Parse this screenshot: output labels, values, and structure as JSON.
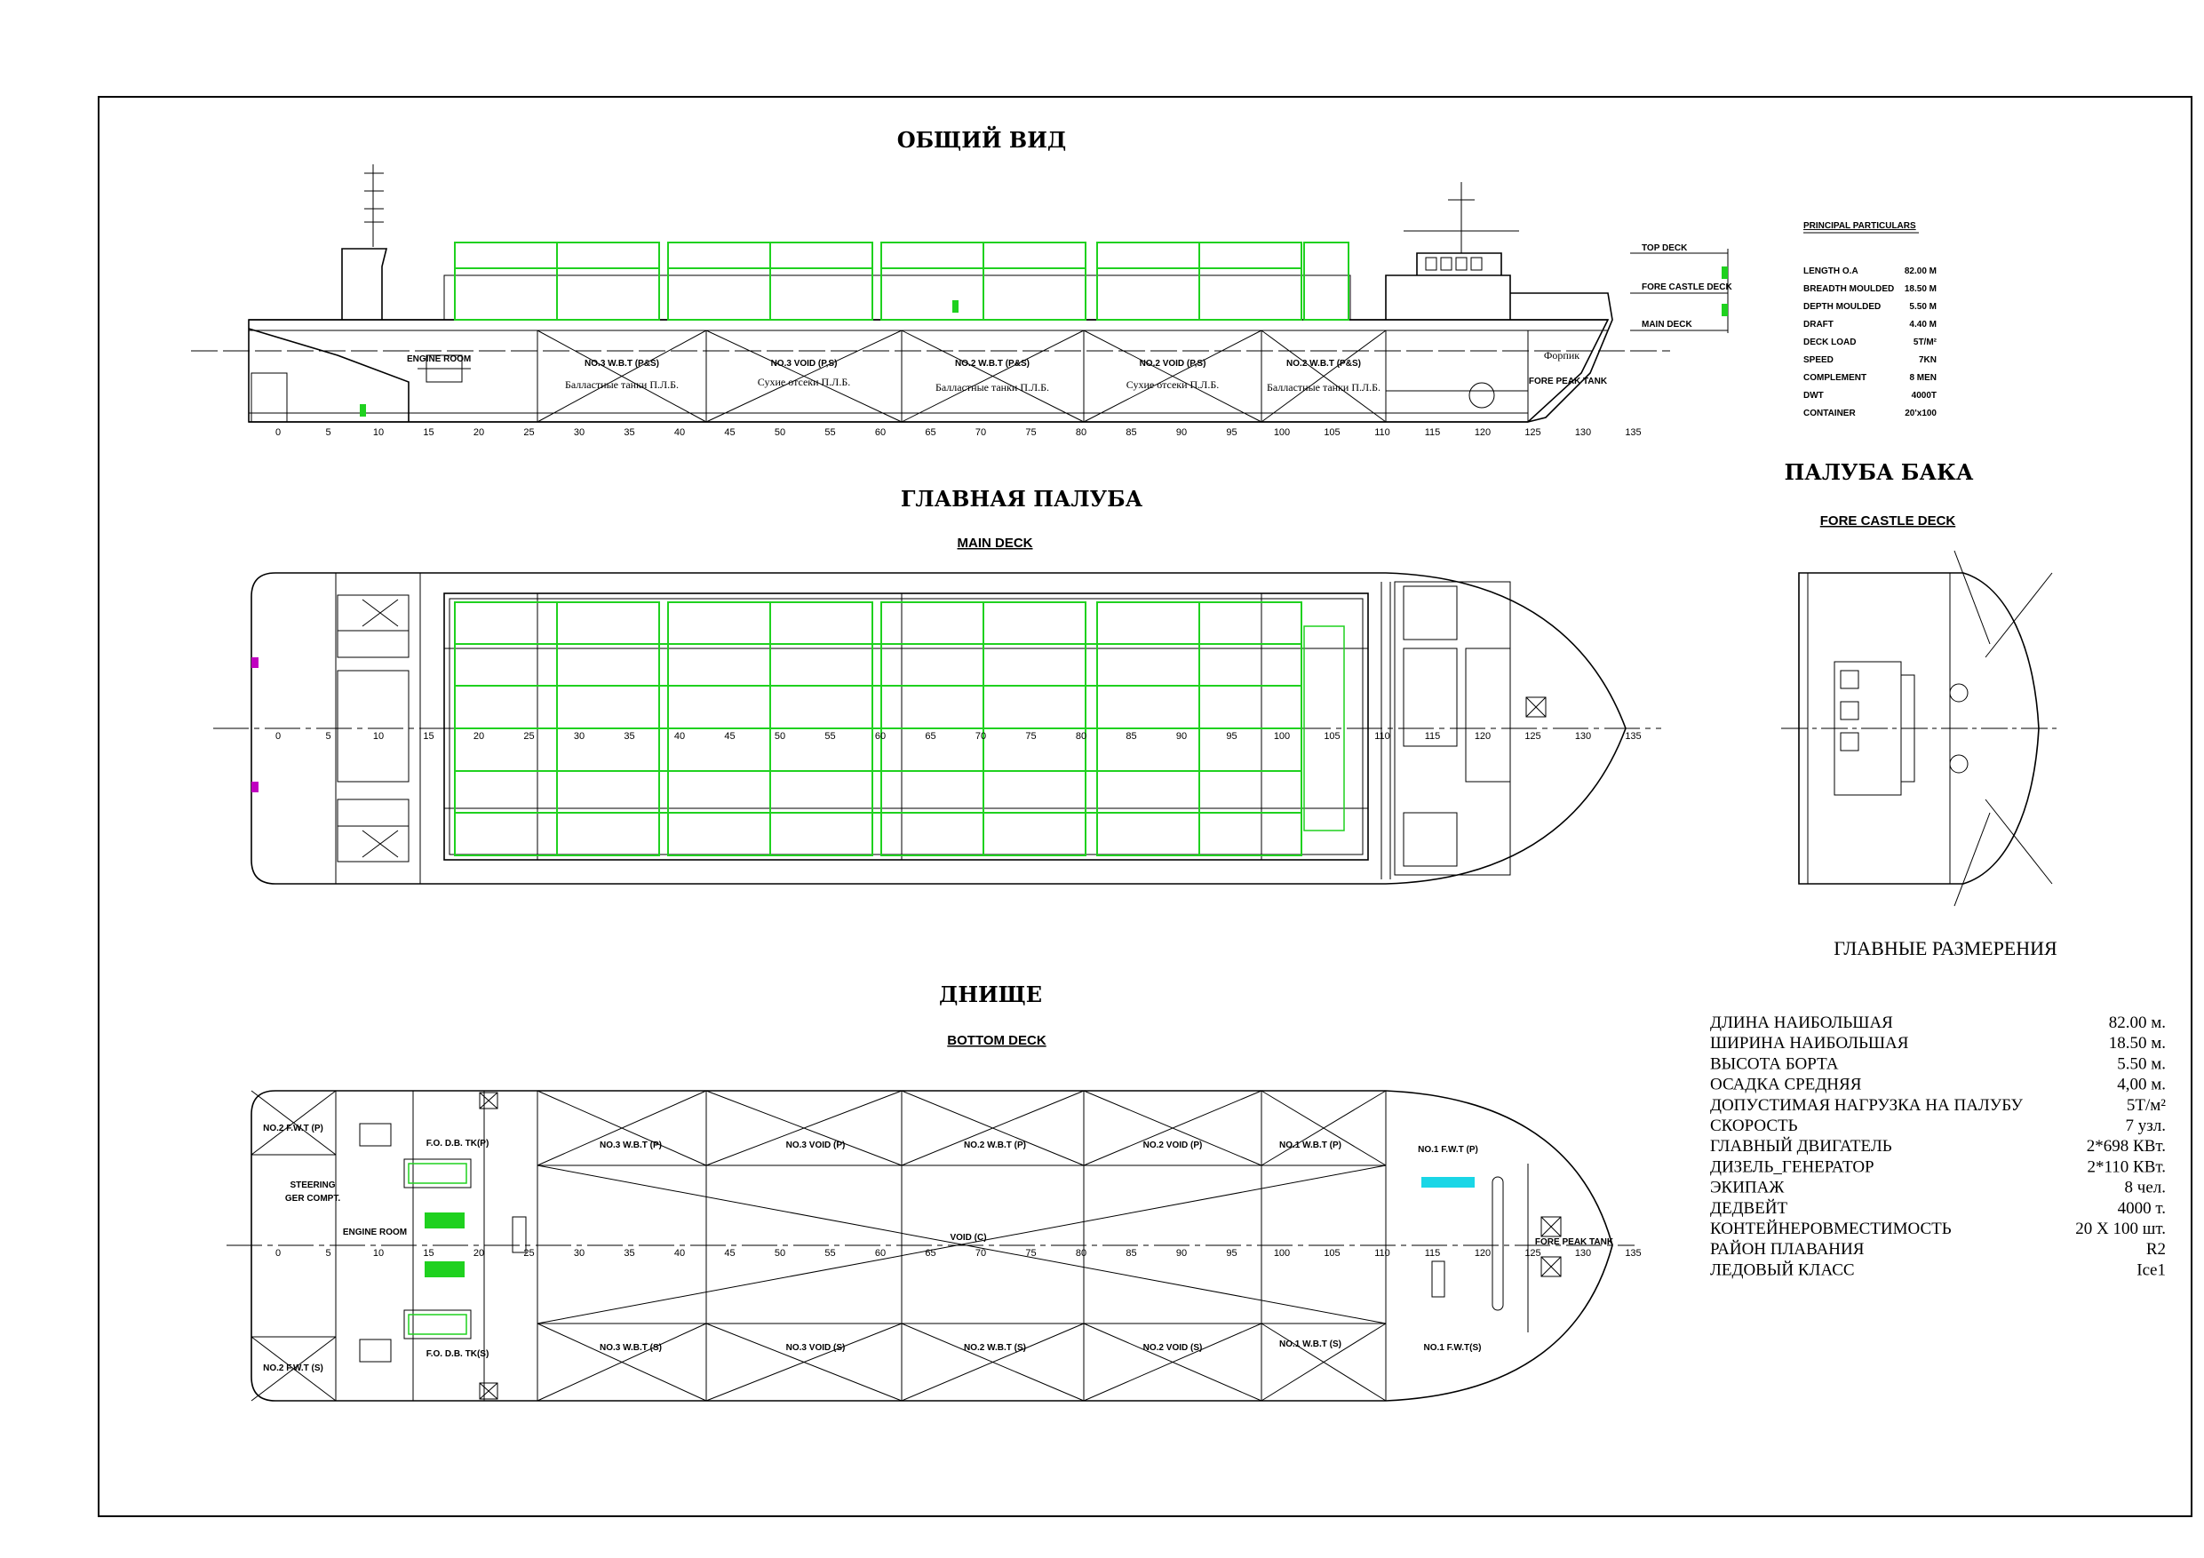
{
  "views": {
    "general": {
      "title": "ОБЩИЙ ВИД"
    },
    "main_deck": {
      "title": "ГЛАВНАЯ ПАЛУБА",
      "subtitle": "MAIN DECK"
    },
    "bottom": {
      "title": "ДНИЩЕ",
      "subtitle": "BOTTOM DECK"
    },
    "forecastle": {
      "title": "ПАЛУБА БАКА",
      "subtitle": "FORE CASTLE DECK"
    }
  },
  "frame_ticks": [
    "0",
    "5",
    "10",
    "15",
    "20",
    "25",
    "30",
    "35",
    "40",
    "45",
    "50",
    "55",
    "60",
    "65",
    "70",
    "75",
    "80",
    "85",
    "90",
    "95",
    "100",
    "105",
    "110",
    "115",
    "120",
    "125",
    "130",
    "135"
  ],
  "profile_labels": {
    "engine_room": "ENGINE ROOM",
    "tank1": "NO.3 W.B.T (P&S)",
    "tank1_ru": "Балластные танки П.Л.Б.",
    "tank2": "NO.3 VOID (P,S)",
    "tank2_ru": "Сухие отсеки П.Л.Б.",
    "tank3": "NO.2 W.B.T (P&S)",
    "tank3_ru": "Балластные танки П.Л.Б.",
    "tank4": "NO.2 VOID (P,S)",
    "tank4_ru": "Сухие отсеки П.Л.Б.",
    "tank5": "NO.2 W.B.T (P&S)",
    "tank5_ru": "Балластные танки П.Л.Б.",
    "forepeak_ru": "Форпик",
    "fore_peak_tank": "FORE PEAK TANK",
    "top_deck": "TOP DECK",
    "fore_castle_deck": "FORE CASTLE DECK",
    "main_deck": "MAIN DECK"
  },
  "principal_particulars": {
    "title": "PRINCIPAL PARTICULARS",
    "rows": [
      {
        "label": "LENGTH O.A",
        "value": "82.00 M"
      },
      {
        "label": "BREADTH MOULDED",
        "value": "18.50 M"
      },
      {
        "label": "DEPTH MOULDED",
        "value": "5.50 M"
      },
      {
        "label": "DRAFT",
        "value": "4.40 M"
      },
      {
        "label": "DECK LOAD",
        "value": "5T/M²"
      },
      {
        "label": "SPEED",
        "value": "7KN"
      },
      {
        "label": "COMPLEMENT",
        "value": "8 MEN"
      },
      {
        "label": "DWT",
        "value": "4000T"
      },
      {
        "label": "CONTAINER",
        "value": "20'x100"
      }
    ]
  },
  "bottom_labels": {
    "fwt_p": "NO.2 F.W.T (P)",
    "fwt_s": "NO.2 F.W.T (S)",
    "fo_p": "F.O. D.B. TK(P)",
    "fo_s": "F.O. D.B. TK(S)",
    "steering": "STEERING",
    "steering2": "GER COMPT.",
    "engine_room": "ENGINE ROOM",
    "wbt3p": "NO.3 W.B.T (P)",
    "void3p": "NO.3 VOID (P)",
    "wbt2p": "NO.2 W.B.T (P)",
    "void2p": "NO.2 VOID (P)",
    "wbt1p": "NO.1 W.B.T (P)",
    "fwt1p": "NO.1 F.W.T (P)",
    "void_c": "VOID (C)",
    "wbt3s": "NO.3 W.B.T (S)",
    "void3s": "NO.3 VOID (S)",
    "wbt2s": "NO.2 W.B.T (S)",
    "void2s": "NO.2 VOID (S)",
    "wbt1s": "NO.1 W.B.T (S)",
    "fwt1s": "NO.1 F.W.T(S)",
    "fore_peak_tank": "FORE PEAK TANK"
  },
  "dimensions": {
    "title": "ГЛАВНЫЕ РАЗМЕРЕНИЯ",
    "rows": [
      {
        "label": "ДЛИНА НАИБОЛЬШАЯ",
        "value": "82.00 м."
      },
      {
        "label": "ШИРИНА НАИБОЛЬШАЯ",
        "value": "18.50 м."
      },
      {
        "label": "ВЫСОТА БОРТА",
        "value": "5.50 м."
      },
      {
        "label": "ОСАДКА СРЕДНЯЯ",
        "value": "4,00 м."
      },
      {
        "label": "ДОПУСТИМАЯ НАГРУЗКА НА ПАЛУБУ",
        "value": "5Т/м²"
      },
      {
        "label": "СКОРОСТЬ",
        "value": "7 узл."
      },
      {
        "label": "ГЛАВНЫЙ ДВИГАТЕЛЬ",
        "value": "2*698 КВт."
      },
      {
        "label": "ДИЗЕЛЬ_ГЕНЕРАТОР",
        "value": "2*110 КВт."
      },
      {
        "label": "ЭКИПАЖ",
        "value": "8 чел."
      },
      {
        "label": "ДЕДВЕЙТ",
        "value": "4000 т."
      },
      {
        "label": "КОНТЕЙНЕРОВМЕСТИМОСТЬ",
        "value": "20 X 100 шт."
      },
      {
        "label": "РАЙОН ПЛАВАНИЯ",
        "value": "R2"
      },
      {
        "label": "ЛЕДОВЫЙ КЛАСС",
        "value": "Ice1"
      }
    ]
  },
  "colors": {
    "lines": "#000000",
    "containers": "#1fd11f",
    "accent_magenta": "#c000c0",
    "cyan": "#1ad6e6"
  }
}
